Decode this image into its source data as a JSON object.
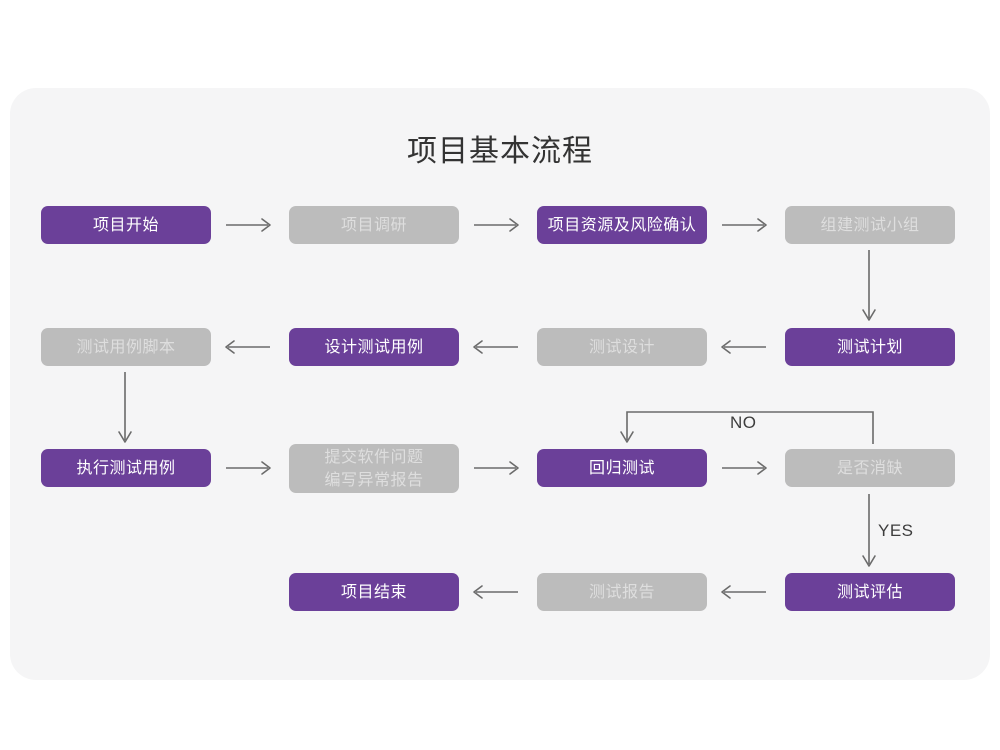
{
  "title": "项目基本流程",
  "colors": {
    "page_background": "#ffffff",
    "panel_background": "#f5f5f6",
    "accent_purple": "#6b4099",
    "muted_gray": "#bcbcbc",
    "gray_text": "#dedede",
    "purple_text": "#ffffff",
    "edge": "#6b6b6b",
    "title_text": "#333333"
  },
  "nodes": [
    {
      "id": "n1",
      "label": "项目开始",
      "style": "purple"
    },
    {
      "id": "n2",
      "label": "项目调研",
      "style": "gray"
    },
    {
      "id": "n3",
      "label": "项目资源及风险确认",
      "style": "purple"
    },
    {
      "id": "n4",
      "label": "组建测试小组",
      "style": "gray"
    },
    {
      "id": "n5",
      "label": "测试计划",
      "style": "purple"
    },
    {
      "id": "n6",
      "label": "测试设计",
      "style": "gray"
    },
    {
      "id": "n7",
      "label": "设计测试用例",
      "style": "purple"
    },
    {
      "id": "n8",
      "label": "测试用例脚本",
      "style": "gray"
    },
    {
      "id": "n9",
      "label": "执行测试用例",
      "style": "purple"
    },
    {
      "id": "n10",
      "label": "提交软件问题\n编写异常报告",
      "style": "gray"
    },
    {
      "id": "n11",
      "label": "回归测试",
      "style": "purple"
    },
    {
      "id": "n12",
      "label": "是否消缺",
      "style": "gray"
    },
    {
      "id": "n13",
      "label": "测试评估",
      "style": "purple"
    },
    {
      "id": "n14",
      "label": "测试报告",
      "style": "gray"
    },
    {
      "id": "n15",
      "label": "项目结束",
      "style": "purple"
    }
  ],
  "edge_labels": {
    "no": "NO",
    "yes": "YES"
  }
}
